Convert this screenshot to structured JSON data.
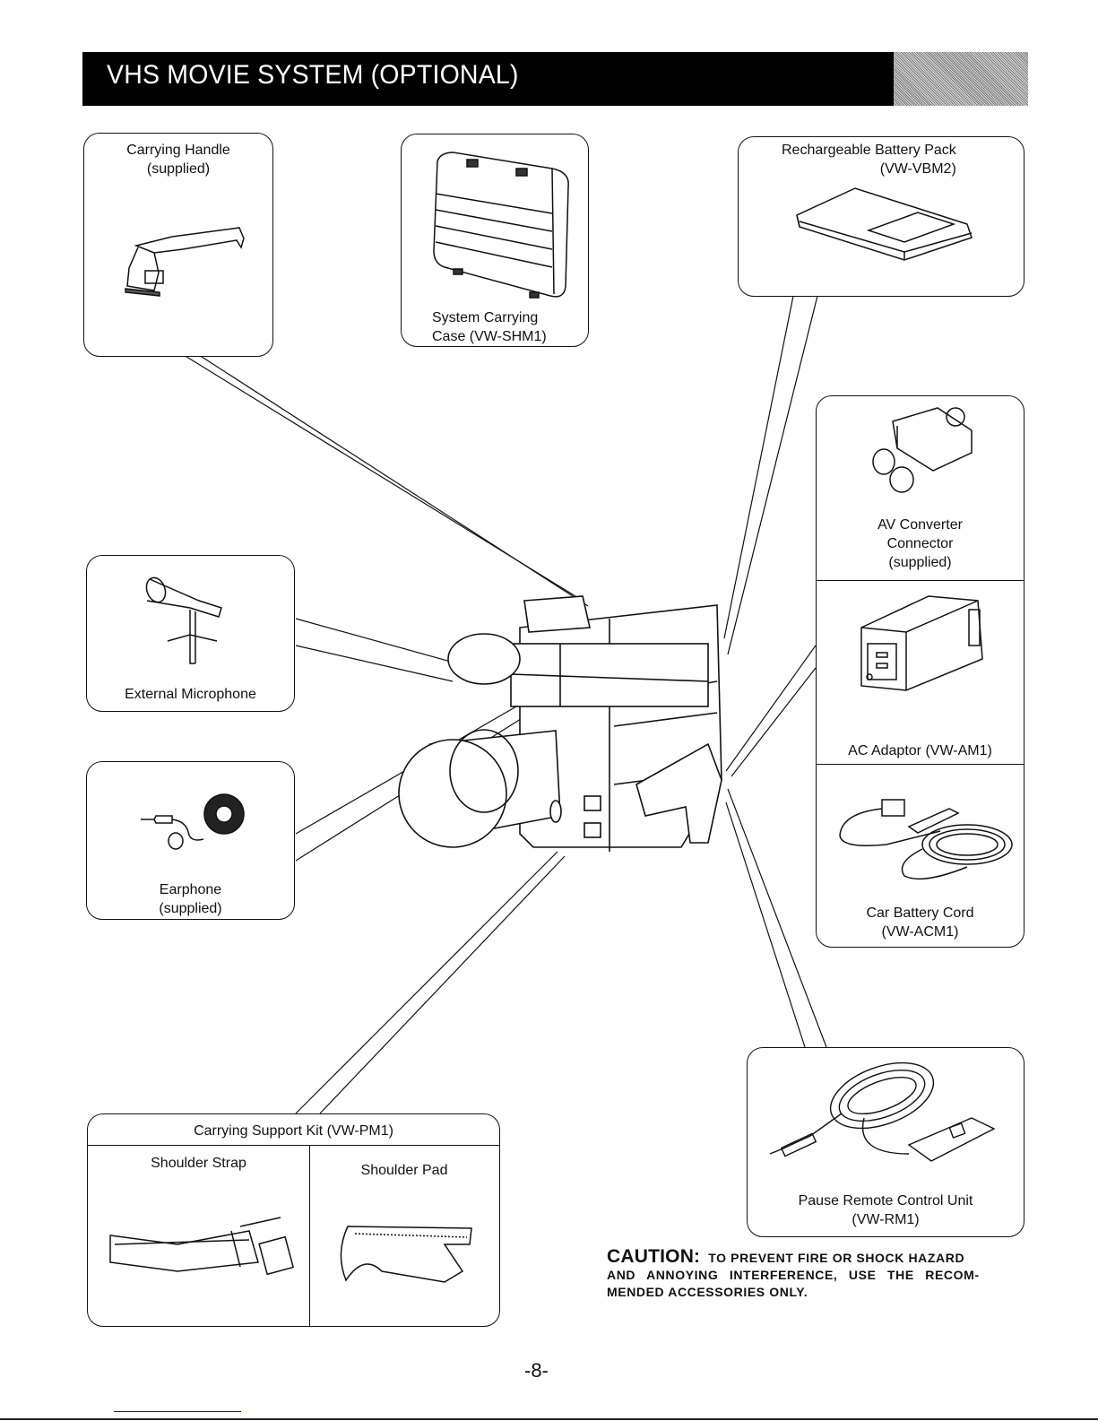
{
  "header": {
    "title": "VHS MOVIE SYSTEM (OPTIONAL)",
    "banner_color": "#000000",
    "title_color": "#ffffff"
  },
  "accessories": {
    "carrying_handle": {
      "name": "Carrying Handle",
      "note": "(supplied)",
      "icon": "carrying-handle-drawing"
    },
    "carrying_case": {
      "line1": "System Carrying",
      "line2": "Case (VW-SHM1)",
      "icon": "carrying-case-drawing"
    },
    "battery_pack": {
      "name": "Rechargeable Battery Pack",
      "model": "(VW-VBM2)",
      "icon": "battery-pack-drawing"
    },
    "av_converter": {
      "line1": "AV Converter",
      "line2": "Connector",
      "note": "(supplied)",
      "icon": "av-connector-drawing"
    },
    "ac_adaptor": {
      "name": "AC Adaptor (VW-AM1)",
      "icon": "ac-adaptor-drawing"
    },
    "car_battery_cord": {
      "name": "Car Battery Cord",
      "model": "(VW-ACM1)",
      "icon": "car-cord-drawing"
    },
    "external_microphone": {
      "name": "External Microphone",
      "icon": "microphone-drawing"
    },
    "earphone": {
      "name": "Earphone",
      "note": "(supplied)",
      "icon": "earphone-drawing"
    },
    "support_kit": {
      "title": "Carrying Support Kit (VW-PM1)",
      "items": [
        {
          "name": "Shoulder Strap",
          "icon": "shoulder-strap-drawing"
        },
        {
          "name": "Shoulder Pad",
          "icon": "shoulder-pad-drawing"
        }
      ]
    },
    "pause_remote": {
      "name": "Pause Remote Control Unit",
      "model": "(VW-RM1)",
      "icon": "remote-control-drawing"
    }
  },
  "center_drawing": {
    "icon": "vhs-camcorder-drawing"
  },
  "caution": {
    "label": "CAUTION:",
    "line1": "TO PREVENT FIRE OR SHOCK HAZARD",
    "line2": "AND ANNOYING INTERFERENCE, USE THE RECOM-",
    "line3": "MENDED ACCESSORIES ONLY."
  },
  "footer": {
    "page_number": "-8-",
    "link_color": "#0010c8"
  }
}
